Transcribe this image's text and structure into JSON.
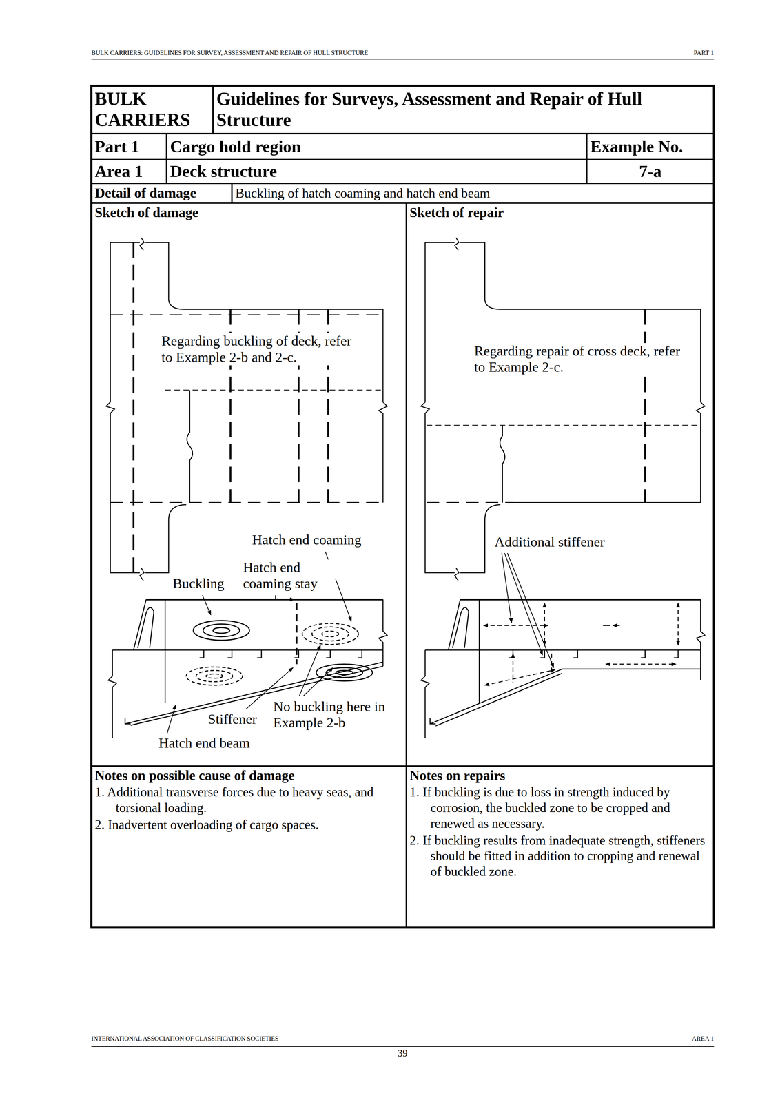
{
  "diagram": {
    "nodes": [
      {
        "text": [
          "BULK CARRIERS"
        ]
      },
      {
        "text": [
          "Guidelines for Surveys, Assessment and Repair of Hull Structure"
        ]
      },
      {
        "text": [
          "Part 1"
        ]
      },
      {
        "text": [
          "Cargo hold region"
        ]
      },
      {
        "text": [
          "Example No."
        ]
      },
      {
        "text": [
          "Area 1"
        ]
      },
      {
        "text": [
          "Deck structure"
        ]
      },
      {
        "text": [
          "7-a"
        ]
      },
      {
        "text": [
          "Detail of damage"
        ]
      },
      {
        "text": [
          "Buckling of hatch coaming and hatch end beam"
        ]
      },
      {
        "text": [
          "Sketch of damage"
        ]
      },
      {
        "text": [
          "Sketch of repair"
        ]
      },
      {
        "text": [
          "Notes on possible cause of damage",
          "1. Additional transverse forces due to heavy seas, and torsional loading.",
          "2. Inadvertent overloading of cargo spaces."
        ]
      },
      {
        "text": [
          "Notes on repairs",
          "1. If buckling is due to loss in strength induced by corrosion, the buckled zone to be cropped and renewed as necessary.",
          "2. If buckling results from inadequate strength, stiffeners should be fitted in addition to cropping and renewal of buckled zone."
        ]
      }
    ],
    "labels": [
      "BULK CARRIERS: GUIDELINES FOR SURVEY, ASSESSMENT AND REPAIR OF HULL STRUCTURE",
      "PART 1",
      "Regarding buckling of deck, refer to Example 2-b and 2-c.",
      "Hatch end coaming",
      "Hatch end coaming stay",
      "Buckling",
      "No buckling here in Example 2-b",
      "Stiffener",
      "Hatch end beam",
      "Regarding repair of cross deck, refer to Example 2-c.",
      "Additional stiffener",
      "INTERNATIONAL ASSOCIATION OF CLASSIFICATION SOCIETIES",
      "AREA 1",
      "39"
    ]
  }
}
